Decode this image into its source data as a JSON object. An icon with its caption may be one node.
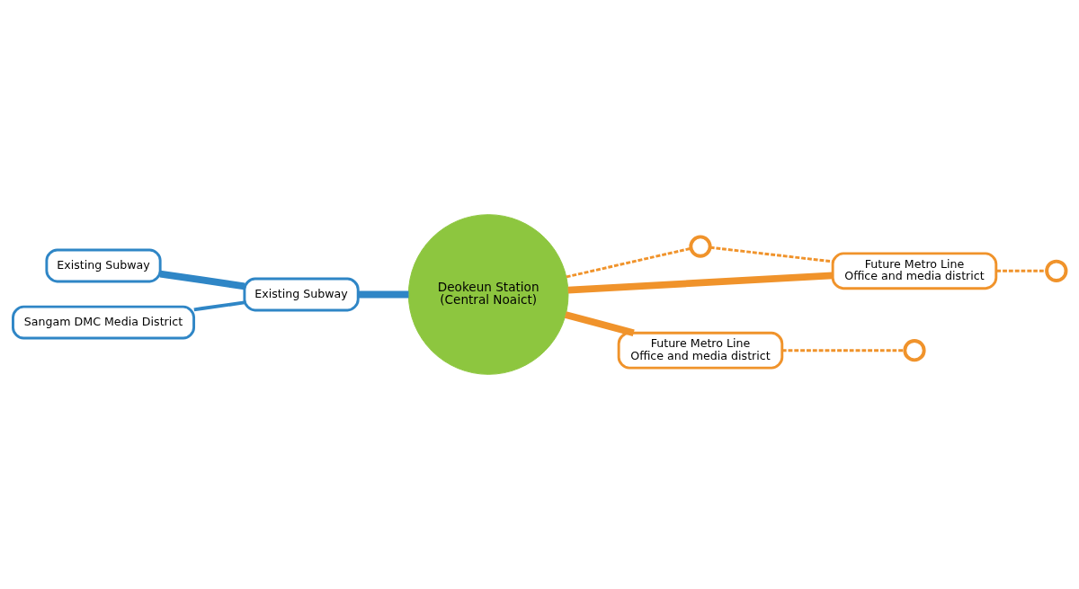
{
  "diagram": {
    "nodes": [
      {
        "text": [
          "Deokeun Station",
          "(Central Noaict)"
        ]
      },
      {
        "text": [
          "Existing Subway"
        ]
      },
      {
        "text": [
          "Sangam DMC Media District"
        ]
      },
      {
        "text": [
          "Existing Subway"
        ]
      },
      {
        "text": [],
        "shape": "circle"
      },
      {
        "text": [],
        "shape": "circle"
      },
      {
        "text": [
          "Future Metro Line",
          "Office and media district"
        ]
      },
      {
        "text": [
          "Future Metro Line",
          "Office and media district"
        ]
      },
      {
        "text": [],
        "shape": "circle"
      }
    ],
    "edges": [
      {
        "from": 1,
        "to": 3,
        "arrow": "none",
        "style": "thick",
        "color": "#2f86c6"
      },
      {
        "from": 2,
        "to": 3,
        "arrow": "none",
        "color": "#2f86c6"
      },
      {
        "from": 3,
        "to": 0,
        "arrow": "none",
        "style": "thick",
        "color": "#2f86c6"
      },
      {
        "from": 0,
        "to": 6,
        "arrow": "none",
        "style": "thick"
      },
      {
        "from": 0,
        "to": 4,
        "arrow": "none",
        "style": "dashed"
      },
      {
        "from": 4,
        "to": 6,
        "arrow": "none",
        "style": "dashed"
      },
      {
        "from": 6,
        "to": 5,
        "arrow": "none",
        "style": "dashed"
      },
      {
        "from": 0,
        "to": 7,
        "arrow": "none",
        "style": "thick"
      },
      {
        "from": 7,
        "to": 8,
        "arrow": "none",
        "style": "dashed"
      }
    ]
  }
}
